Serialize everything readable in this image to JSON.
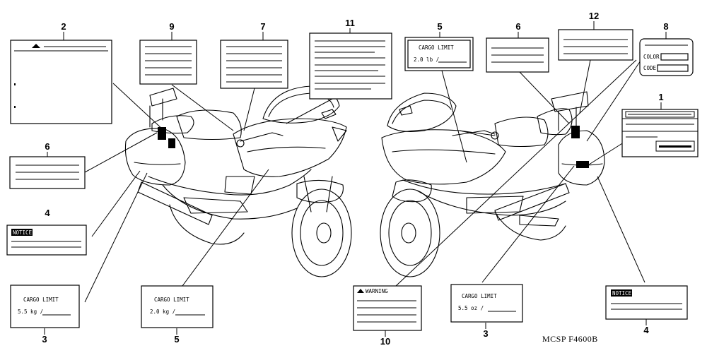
{
  "diagram": {
    "code": "MCSP  F4600B"
  },
  "callouts": [
    {
      "id": "label-2",
      "number": "2"
    },
    {
      "id": "label-9",
      "number": "9"
    },
    {
      "id": "label-7",
      "number": "7"
    },
    {
      "id": "label-11",
      "number": "11"
    },
    {
      "id": "label-5-top",
      "number": "5"
    },
    {
      "id": "label-6-top",
      "number": "6"
    },
    {
      "id": "label-12",
      "number": "12"
    },
    {
      "id": "label-8",
      "number": "8"
    },
    {
      "id": "label-1",
      "number": "1"
    },
    {
      "id": "label-6-left",
      "number": "6"
    },
    {
      "id": "label-4-left",
      "number": "4"
    },
    {
      "id": "label-3-left",
      "number": "3"
    },
    {
      "id": "label-5-bottom",
      "number": "5"
    },
    {
      "id": "label-10",
      "number": "10"
    },
    {
      "id": "label-3-right",
      "number": "3"
    },
    {
      "id": "label-4-right",
      "number": "4"
    }
  ],
  "label_texts": {
    "cargo_limit": "CARGO LIMIT",
    "cargo_value_left": "5.5 kg /",
    "cargo_value_bottom": "2.0 kg /",
    "cargo_value_top": "2.0 lb /",
    "cargo_value_right": "5.5 oz /",
    "warning": "WARNING",
    "notice": "NOTICE",
    "color": "COLOR",
    "code": "CODE"
  }
}
